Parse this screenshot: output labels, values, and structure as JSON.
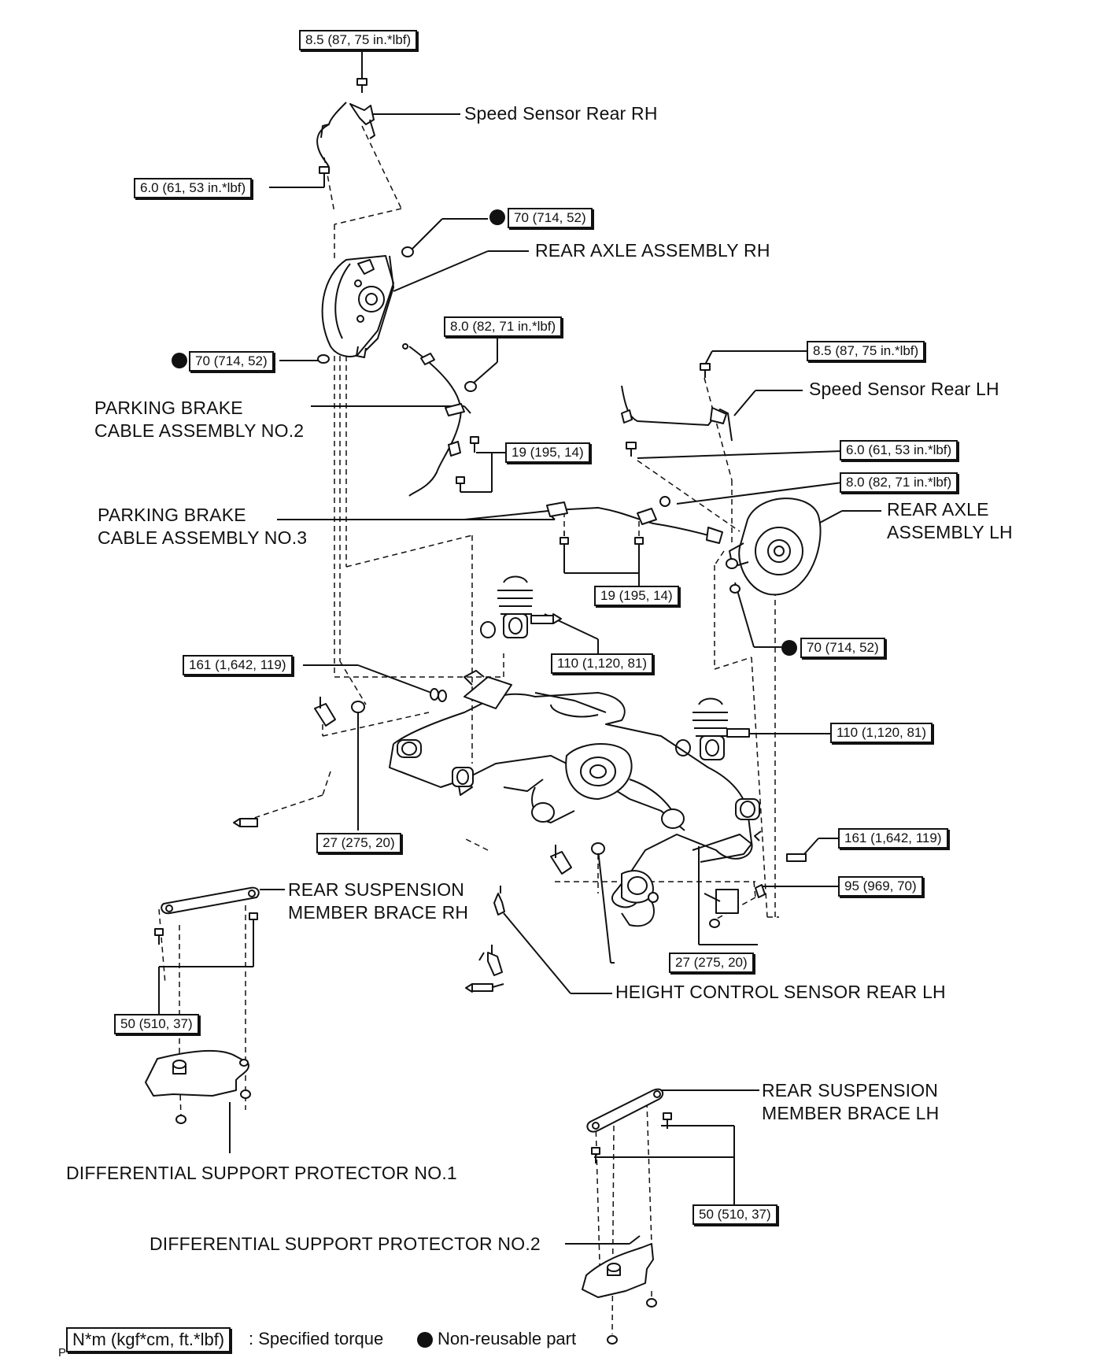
{
  "labels": {
    "speed_sensor_rh": "Speed Sensor Rear RH",
    "rear_axle_rh": "REAR AXLE ASSEMBLY RH",
    "parking_brake_no2": [
      "PARKING BRAKE",
      "CABLE ASSEMBLY NO.2"
    ],
    "speed_sensor_lh": "Speed Sensor Rear LH",
    "rear_axle_lh": [
      "REAR AXLE",
      "ASSEMBLY LH"
    ],
    "parking_brake_no3": [
      "PARKING BRAKE",
      "CABLE ASSEMBLY NO.3"
    ],
    "brace_rh": [
      "REAR SUSPENSION",
      "MEMBER BRACE RH"
    ],
    "height_sensor": "HEIGHT CONTROL SENSOR REAR LH",
    "protector_no1": "DIFFERENTIAL SUPPORT PROTECTOR NO.1",
    "brace_lh": [
      "REAR SUSPENSION",
      "MEMBER BRACE LH"
    ],
    "protector_no2": "DIFFERENTIAL SUPPORT PROTECTOR NO.2"
  },
  "torques": {
    "t_sensor_rh_top": "8.5 (87, 75 in.*lbf)",
    "t_sensor_rh_bottom": "6.0 (61, 53 in.*lbf)",
    "t_axle_rh_top": "70 (714, 52)",
    "t_axle_rh_left": "70 (714, 52)",
    "t_cable_rh": "8.0 (82, 71 in.*lbf)",
    "t_cable_bolts_rh": "19 (195, 14)",
    "t_sensor_lh_top": "8.5 (87, 75 in.*lbf)",
    "t_sensor_lh_bottom": "6.0 (61, 53 in.*lbf)",
    "t_cable_lh": "8.0 (82, 71 in.*lbf)",
    "t_cable_bolts_mid": "19 (195, 14)",
    "t_axle_lh": "70 (714, 52)",
    "t_arm_161_left": "161 (1,642, 119)",
    "t_shock_110_left": "110 (1,120, 81)",
    "t_shock_110_right": "110 (1,120, 81)",
    "t_nut_27_left": "27 (275, 20)",
    "t_arm_161_right": "161 (1,642, 119)",
    "t_95": "95 (969, 70)",
    "t_nut_27_right": "27 (275, 20)",
    "t_brace_rh": "50 (510, 37)",
    "t_brace_lh": "50 (510, 37)"
  },
  "legend": {
    "box_text": "N*m (kgf*cm, ft.*lbf)",
    "specified": ": Specified torque",
    "nonreusable": "Non-reusable part"
  },
  "corner_mark": "P"
}
